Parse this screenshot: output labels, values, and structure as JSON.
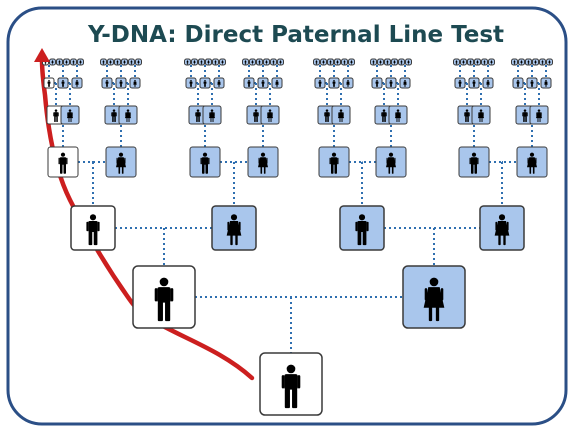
{
  "title": "Y-DNA: Direct Paternal Line Test",
  "colors": {
    "frame_border": "#2b4f86",
    "title_text": "#1d4a52",
    "male_direct_box": "#ffffff",
    "relative_box": "#a9c6ec",
    "box_border": "#3a3a3a",
    "connector": "#2f6fb0",
    "paternal_line": "#cc1f1f",
    "figure": "#000000"
  },
  "diagram": {
    "type": "pedigree-tree",
    "highlighted_path": "direct paternal line",
    "icons": {
      "male": "male-person-icon",
      "female": "female-person-icon",
      "arrow": "arrow-up-icon"
    }
  }
}
